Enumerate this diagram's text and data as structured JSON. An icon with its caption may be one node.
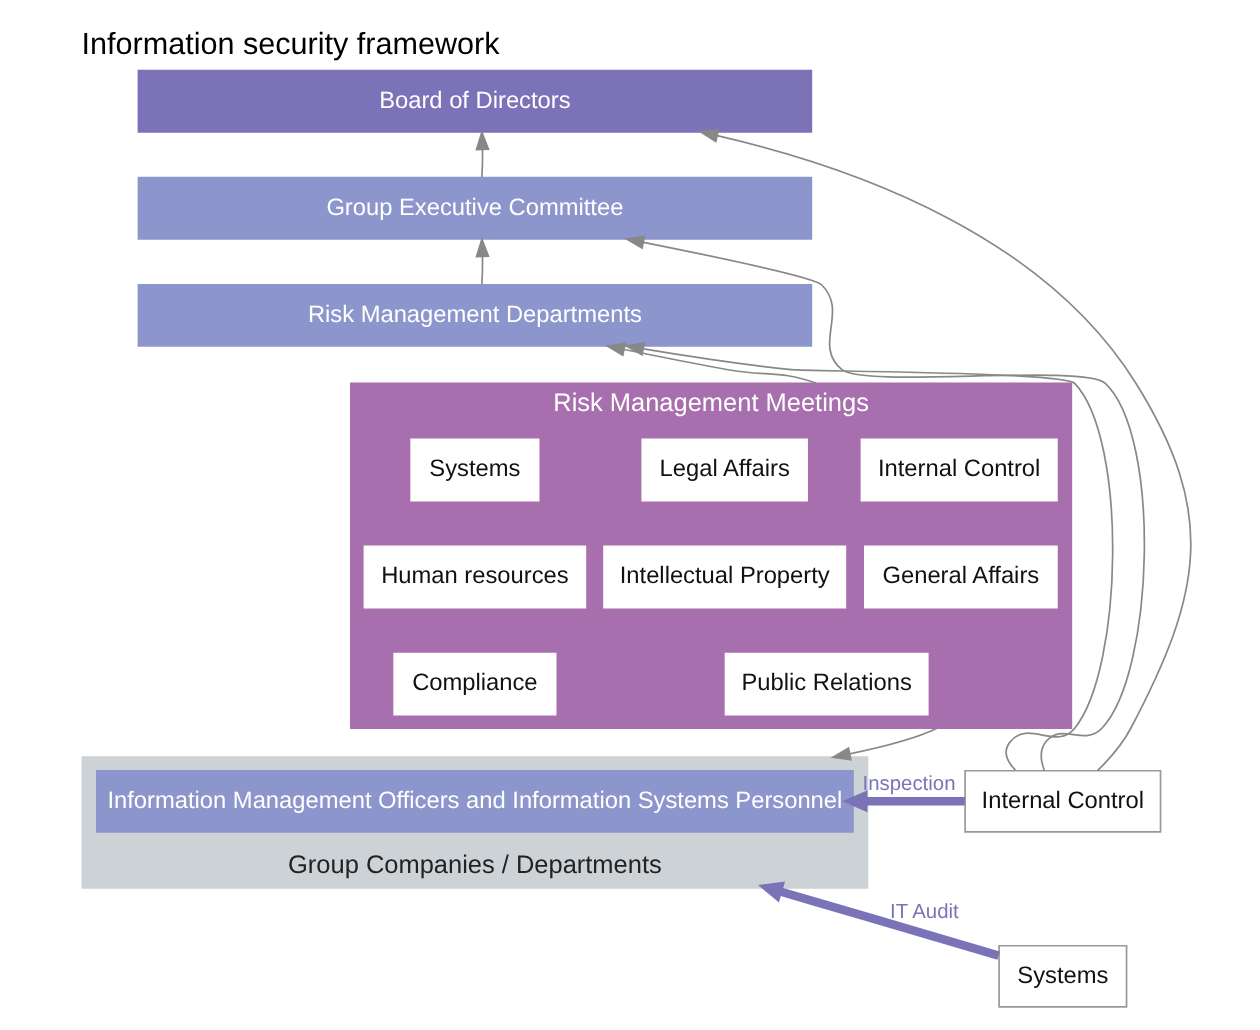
{
  "diagram": {
    "title": "Information security framework",
    "nodes": [
      {
        "text": [
          "Board of Directors"
        ]
      },
      {
        "text": [
          "Group Executive Committee"
        ]
      },
      {
        "text": [
          "Risk Management Departments"
        ]
      },
      {
        "text": [
          "Risk Management Meetings"
        ]
      },
      {
        "text": [
          "Internal Control"
        ],
        "in": 3
      },
      {
        "text": [
          "Systems"
        ],
        "in": 3
      },
      {
        "text": [
          "Legal Affairs"
        ],
        "in": 3
      },
      {
        "text": [
          "General Affairs"
        ],
        "in": 3
      },
      {
        "text": [
          "Human resources"
        ],
        "in": 3
      },
      {
        "text": [
          "Intellectual Property"
        ],
        "in": 3
      },
      {
        "text": [
          "Compliance"
        ],
        "in": 3
      },
      {
        "text": [
          "Public Relations"
        ],
        "in": 3
      },
      {
        "text": [
          "Group Companies / Departments"
        ]
      },
      {
        "text": [
          "Information Management Officers and Information Systems Personnel"
        ],
        "in": 12
      },
      {
        "text": [
          "Internal Control"
        ]
      },
      {
        "text": [
          "Systems"
        ]
      }
    ],
    "edges": [
      {
        "from": 1,
        "to": 0,
        "arrow": "to"
      },
      {
        "from": 2,
        "to": 1,
        "arrow": "to"
      },
      {
        "from": 3,
        "to": 2,
        "arrow": "to"
      },
      {
        "from": 3,
        "to": 12,
        "arrow": "to"
      },
      {
        "from": 14,
        "to": 0,
        "arrow": "to"
      },
      {
        "from": 14,
        "to": 1,
        "arrow": "to"
      },
      {
        "from": 14,
        "to": 2,
        "arrow": "to"
      },
      {
        "from": 14,
        "to": 13,
        "arrow": "to",
        "label": "Inspection",
        "style": "thick",
        "color": "#7b73b8"
      },
      {
        "from": 15,
        "to": 12,
        "arrow": "to",
        "label": "IT Audit",
        "style": "thick",
        "color": "#7b73b8"
      }
    ]
  }
}
